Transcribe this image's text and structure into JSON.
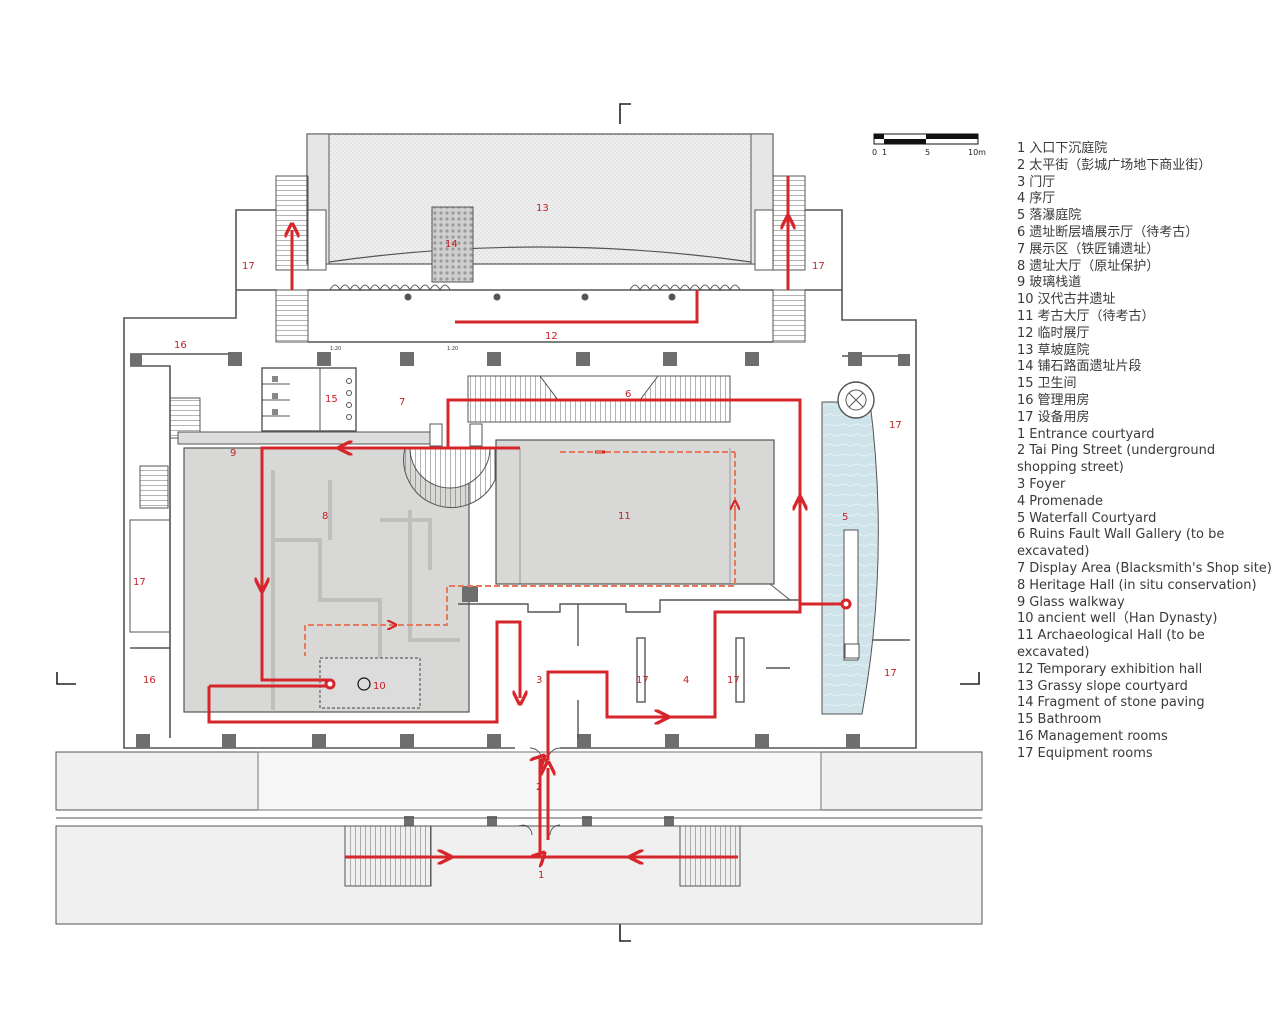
{
  "scale_bar": {
    "ticks": [
      "0",
      "1",
      "5",
      "10m"
    ]
  },
  "rooms": [
    {
      "key": "r1",
      "text": "1"
    },
    {
      "key": "r2",
      "text": "2"
    },
    {
      "key": "r3",
      "text": "3"
    },
    {
      "key": "r4",
      "text": "4"
    },
    {
      "key": "r5",
      "text": "5"
    },
    {
      "key": "r6",
      "text": "6"
    },
    {
      "key": "r7",
      "text": "7"
    },
    {
      "key": "r8",
      "text": "8"
    },
    {
      "key": "r9",
      "text": "9"
    },
    {
      "key": "r10",
      "text": "10"
    },
    {
      "key": "r11",
      "text": "11"
    },
    {
      "key": "r12",
      "text": "12"
    },
    {
      "key": "r13",
      "text": "13"
    },
    {
      "key": "r14",
      "text": "14"
    },
    {
      "key": "r15",
      "text": "15"
    },
    {
      "key": "r16",
      "text": "16"
    },
    {
      "key": "r17",
      "text": "17"
    }
  ],
  "small_marks": {
    "a": "1:20",
    "b": "1:20"
  },
  "legend_cn": [
    {
      "num": "1",
      "text": "入口下沉庭院"
    },
    {
      "num": "2",
      "text": "太平街（彭城广场地下商业街）"
    },
    {
      "num": "3",
      "text": "门厅"
    },
    {
      "num": "4",
      "text": "序厅"
    },
    {
      "num": "5",
      "text": "落瀑庭院"
    },
    {
      "num": "6",
      "text": "遗址断层墙展示厅（待考古）"
    },
    {
      "num": "7",
      "text": "展示区（铁匠铺遗址）"
    },
    {
      "num": "8",
      "text": "遗址大厅（原址保护）"
    },
    {
      "num": "9",
      "text": "玻璃栈道"
    },
    {
      "num": "10",
      "text": "汉代古井遗址"
    },
    {
      "num": "11",
      "text": "考古大厅（待考古）"
    },
    {
      "num": "12",
      "text": "临时展厅"
    },
    {
      "num": "13",
      "text": "草坡庭院"
    },
    {
      "num": "14",
      "text": "铺石路面遗址片段"
    },
    {
      "num": "15",
      "text": "卫生间"
    },
    {
      "num": "16",
      "text": "管理用房"
    },
    {
      "num": "17",
      "text": "设备用房"
    }
  ],
  "legend_en": [
    {
      "num": "1",
      "text": "Entrance courtyard"
    },
    {
      "num": "2",
      "text": "Tai Ping Street (underground shopping street)"
    },
    {
      "num": "3",
      "text": "Foyer"
    },
    {
      "num": "4",
      "text": "Promenade"
    },
    {
      "num": "5",
      "text": "Waterfall Courtyard"
    },
    {
      "num": "6",
      "text": "Ruins Fault Wall Gallery (to be excavated)"
    },
    {
      "num": "7",
      "text": "Display Area (Blacksmith's Shop site)"
    },
    {
      "num": "8",
      "text": "Heritage Hall (in situ conservation)"
    },
    {
      "num": "9",
      "text": "Glass walkway"
    },
    {
      "num": "10",
      "text": "ancient well（Han Dynasty)"
    },
    {
      "num": "11",
      "text": "Archaeological Hall (to be excavated)"
    },
    {
      "num": "12",
      "text": "Temporary exhibition hall"
    },
    {
      "num": "13",
      "text": "Grassy slope courtyard"
    },
    {
      "num": "14",
      "text": "Fragment of stone paving"
    },
    {
      "num": "15",
      "text": "Bathroom"
    },
    {
      "num": "16",
      "text": "Management rooms"
    },
    {
      "num": "17",
      "text": "Equipment rooms"
    }
  ],
  "colors": {
    "route": "#d7262b",
    "route_dashed": "#e9795e",
    "floor_gray": "#d8d8d6",
    "water": "#cfe4ea",
    "courtyard": "#eeeeee",
    "wall": "#555555",
    "column": "#6e6e6e"
  }
}
